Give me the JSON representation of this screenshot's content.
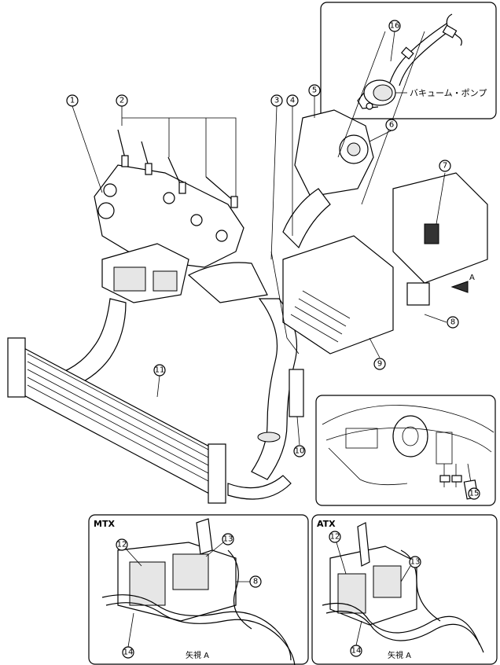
{
  "callouts": [
    "1",
    "2",
    "3",
    "4",
    "5",
    "6",
    "7",
    "8",
    "9",
    "10",
    "11",
    "12",
    "13",
    "14",
    "15",
    "16"
  ],
  "labels": {
    "vacuum_pump": "バキューム・ポンプ",
    "arrow_a": "A",
    "mtx": "MTX",
    "atx": "ATX",
    "view_a_mtx": "矢視 A",
    "view_a_atx": "矢視 A"
  }
}
